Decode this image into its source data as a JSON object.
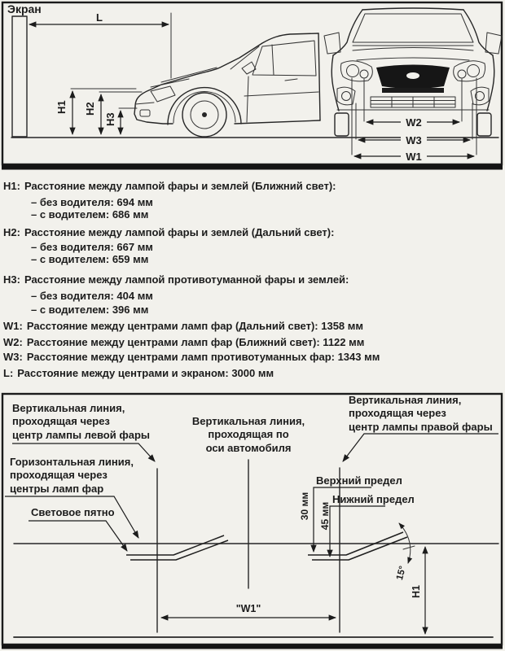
{
  "top_diagram": {
    "screen_label": "Экран",
    "dims": {
      "l": "L",
      "h1": "H1",
      "h2": "H2",
      "h3": "H3",
      "w1": "W1",
      "w2": "W2",
      "w3": "W3"
    }
  },
  "specs": {
    "items": [
      {
        "label": "H1:",
        "text": "Расстояние между лампой фары и землей (Ближний свет):"
      },
      {
        "label": "",
        "text": "– без водителя: 694 мм"
      },
      {
        "label": "",
        "text": "– с водителем: 686 мм"
      },
      {
        "label": "H2:",
        "text": "Расстояние между лампой фары и землей (Дальний свет):"
      },
      {
        "label": "",
        "text": "– без водителя: 667 мм"
      },
      {
        "label": "",
        "text": "– с водителем: 659 мм"
      },
      {
        "label": "H3:",
        "text": "Расстояние между лампой противотуманной фары и землей:"
      },
      {
        "label": "",
        "text": "– без водителя: 404 мм"
      },
      {
        "label": "",
        "text": "– с водителем: 396 мм"
      },
      {
        "label": "W1:",
        "text": "Расстояние между центрами ламп фар (Дальний свет): 1358 мм"
      },
      {
        "label": "W2:",
        "text": "Расстояние между центрами ламп фар (Ближний свет): 1122 мм"
      },
      {
        "label": "W3:",
        "text": "Расстояние между центрами ламп противотуманных фар: 1343 мм"
      },
      {
        "label": "L:",
        "text": "Расстояние между центрами и экраном: 3000 мм"
      }
    ]
  },
  "bottom_diagram": {
    "labels": {
      "left_vertical": "Вертикальная линия,\nпроходящая через\nцентр лампы левой фары",
      "horizontal": "Горизонтальная линия,\nпроходящая через\nцентры ламп фар",
      "light_spot": "Световое пятно",
      "center_vertical": "Вертикальная линия,\nпроходящая по\nоси автомобиля",
      "right_vertical": "Вертикальная линия,\nпроходящая через\nцентр лампы правой фары",
      "upper_limit": "Верхний предел",
      "lower_limit": "Нижний предел"
    },
    "dims": {
      "d30": "30 мм",
      "d45": "45 мм",
      "w1": "\"W1\"",
      "a15": "15°",
      "h1": "H1"
    }
  },
  "colors": {
    "paper": "#f2f1ec",
    "ink": "#1c1c1c"
  }
}
